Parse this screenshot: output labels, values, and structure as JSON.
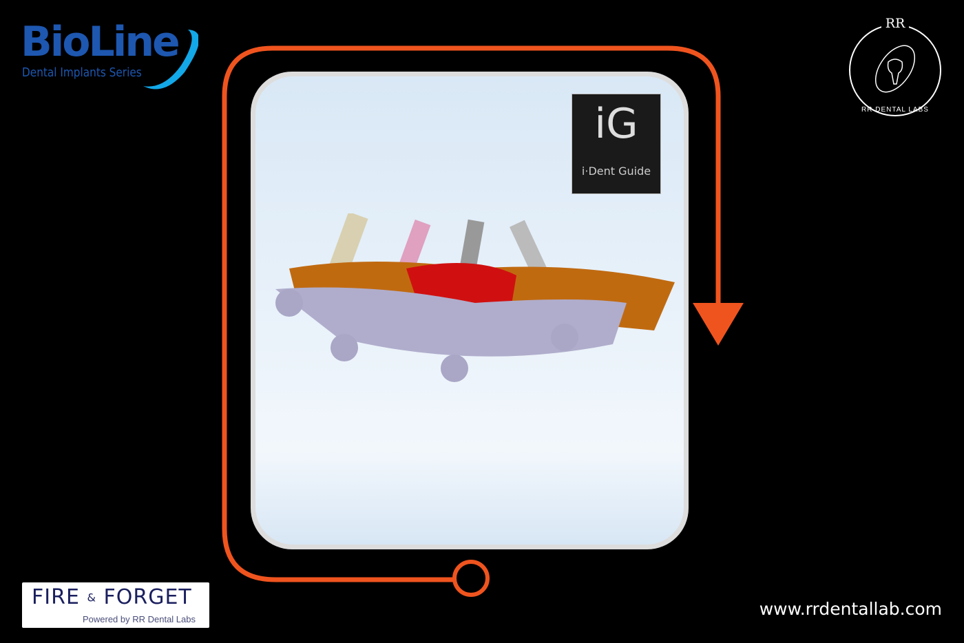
{
  "brand": {
    "name": "BioLine",
    "tagline": "Dental Implants Series",
    "color": "#1d57b0",
    "swoosh_color": "#13a8e8"
  },
  "lab_logo": {
    "monogram": "RR",
    "name": "RR DENTAL LABS"
  },
  "guide_logo": {
    "mark": "iG",
    "name": "i·Dent Guide"
  },
  "badge": {
    "title_left": "FIRE",
    "amp": "&",
    "title_right": "FORGET",
    "subtitle": "Powered by RR Dental Labs"
  },
  "website": "www.rrdentallab.com",
  "colors": {
    "accent": "#f0541e",
    "background": "#000000"
  }
}
